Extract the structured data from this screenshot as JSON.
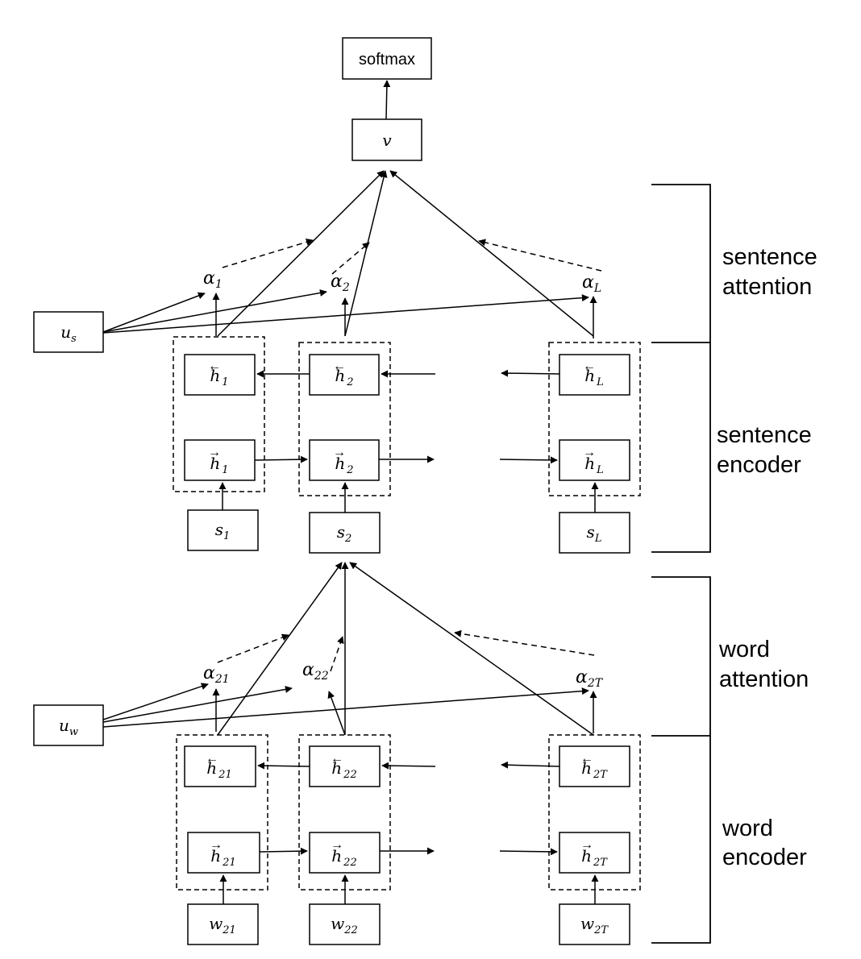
{
  "top": {
    "softmax": "softmax",
    "doc_vector": "v"
  },
  "sections": {
    "sentence_attention": [
      "sentence",
      "attention"
    ],
    "sentence_encoder": [
      "sentence",
      "encoder"
    ],
    "word_attention": [
      "word",
      "attention"
    ],
    "word_encoder": [
      "word",
      "encoder"
    ]
  },
  "sentence": {
    "context": {
      "base": "u",
      "sub": "s"
    },
    "alphas": [
      {
        "base": "α",
        "sub": "1"
      },
      {
        "base": "α",
        "sub": "2"
      },
      {
        "base": "α",
        "sub": "L"
      }
    ],
    "hidden": [
      {
        "sub": "1",
        "in_base": "s",
        "in_sub": "1"
      },
      {
        "sub": "2",
        "in_base": "s",
        "in_sub": "2"
      },
      {
        "sub": "L",
        "in_base": "s",
        "in_sub": "L"
      }
    ]
  },
  "word": {
    "context": {
      "base": "u",
      "sub": "w"
    },
    "alphas": [
      {
        "base": "α",
        "sub": "21"
      },
      {
        "base": "α",
        "sub": "22"
      },
      {
        "base": "α",
        "sub": "2T"
      }
    ],
    "hidden": [
      {
        "sub": "21",
        "in_base": "w",
        "in_sub": "21"
      },
      {
        "sub": "22",
        "in_base": "w",
        "in_sub": "22"
      },
      {
        "sub": "2T",
        "in_base": "w",
        "in_sub": "2T"
      }
    ]
  }
}
